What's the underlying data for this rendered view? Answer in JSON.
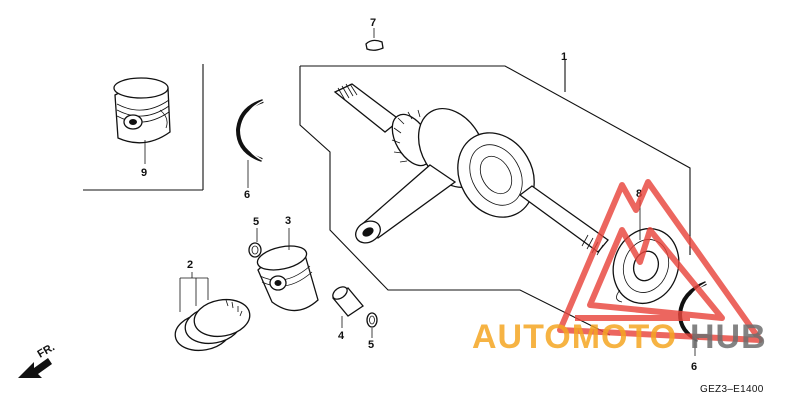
{
  "diagram": {
    "parts": [
      {
        "callout": "1"
      },
      {
        "callout": "2"
      },
      {
        "callout": "3"
      },
      {
        "callout": "4"
      },
      {
        "callout": "5"
      },
      {
        "callout": "5"
      },
      {
        "callout": "6"
      },
      {
        "callout": "6"
      },
      {
        "callout": "7"
      },
      {
        "callout": "8"
      },
      {
        "callout": "9"
      }
    ],
    "direction_label": "FR.",
    "drawing_code": "GEZ3–E1400"
  },
  "watermark": {
    "text_orange": "AUTOMOTO",
    "text_gray": "HUB",
    "color_red": "#e8453c",
    "color_orange": "#f5a623",
    "color_gray": "#6e6e6e"
  }
}
